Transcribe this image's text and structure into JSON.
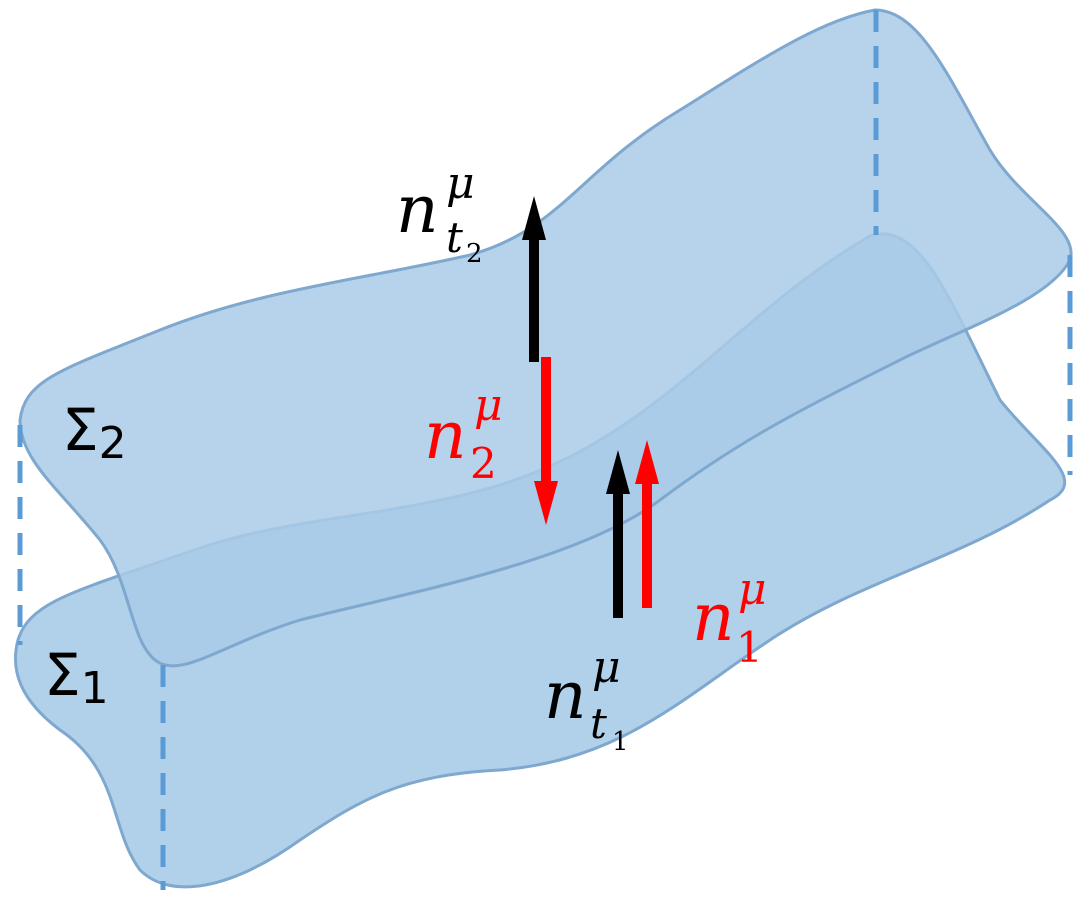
{
  "colors": {
    "surface_fill": "#a9cbe8",
    "surface_stroke": "#7fa8cf",
    "dashed_edge": "#5b9bd5",
    "black_arrow": "#000000",
    "red_arrow": "#ff0000",
    "red_text": "#ff0000",
    "black_text": "#000000"
  },
  "labels": {
    "sigma2": {
      "base": "Σ",
      "sub": "2"
    },
    "sigma1": {
      "base": "Σ",
      "sub": "1"
    },
    "n_t2": {
      "base": "n",
      "sup": "μ",
      "sub": "t",
      "subsub": "2"
    },
    "n_2": {
      "base": "n",
      "sup": "μ",
      "sub": "2"
    },
    "n_t1": {
      "base": "n",
      "sup": "μ",
      "sub": "t",
      "subsub": "1"
    },
    "n_1": {
      "base": "n",
      "sup": "μ",
      "sub": "1"
    }
  }
}
